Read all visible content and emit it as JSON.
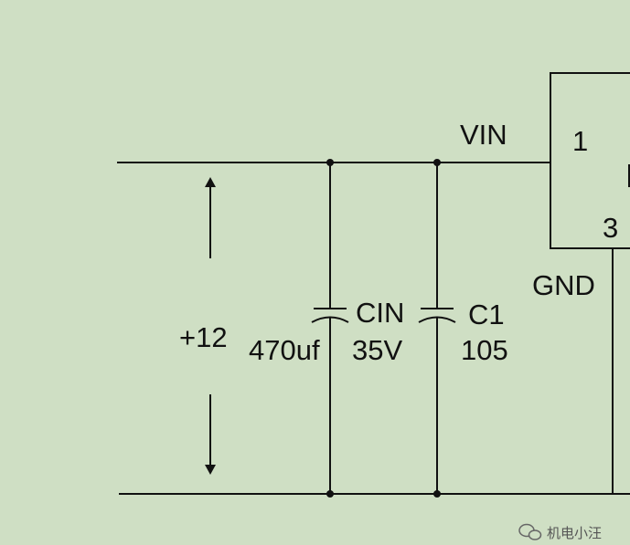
{
  "circuit": {
    "vin_label": "VIN",
    "gnd_label": "GND",
    "voltage_label": "+12",
    "ic": {
      "pin1": "1",
      "pin3": "3"
    },
    "cin": {
      "name": "CIN",
      "value": "470uf",
      "rating": "35V"
    },
    "c1": {
      "name": "C1",
      "value": "105"
    }
  },
  "watermark": {
    "text": "机电小汪",
    "icon": "wechat-icon"
  },
  "colors": {
    "background": "#cfdfc4",
    "wire": "#111111"
  }
}
